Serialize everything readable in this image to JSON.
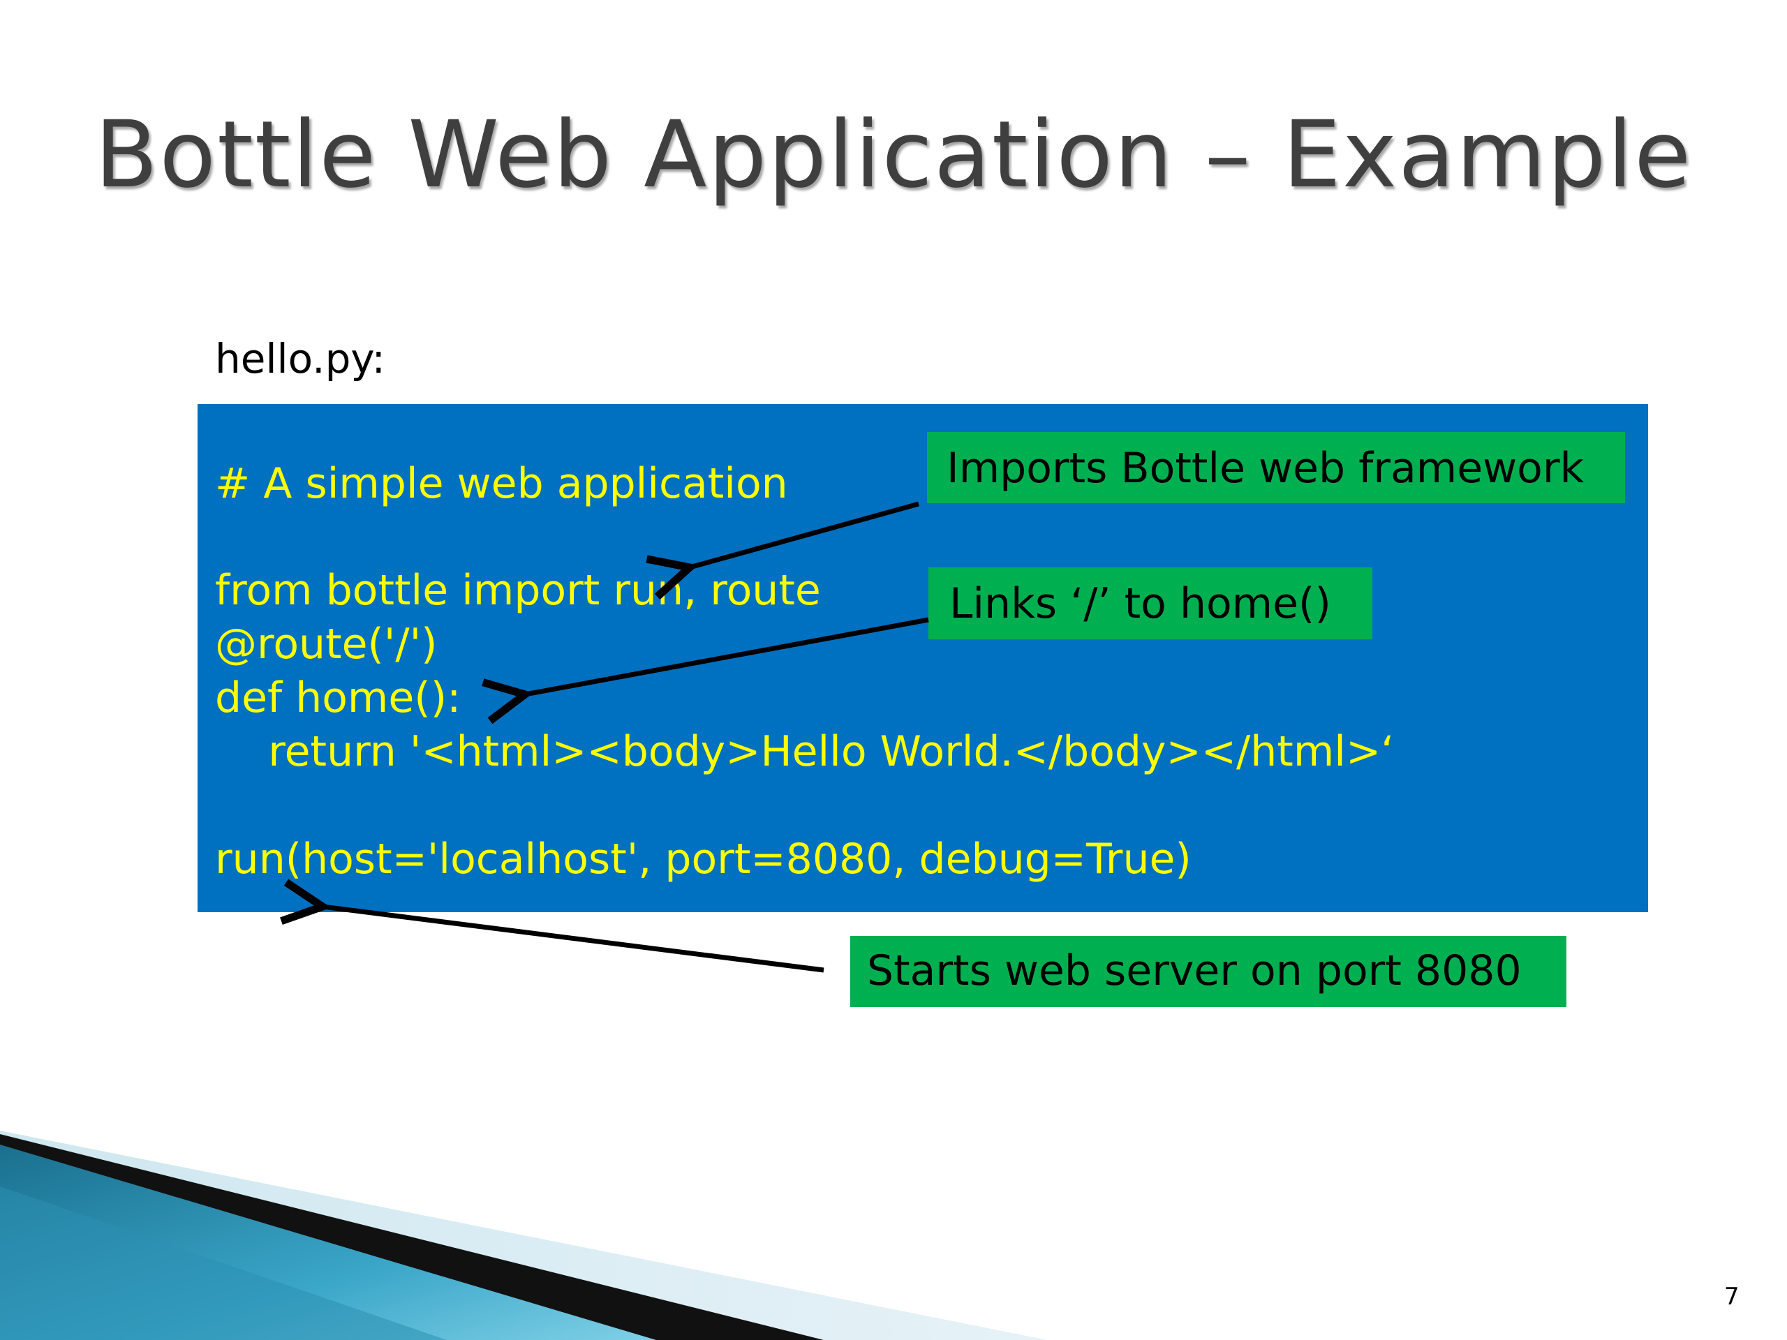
{
  "slide": {
    "title": "Bottle Web Application – Example",
    "filename": "hello.py:",
    "page_number": "7"
  },
  "code": {
    "lines": [
      "# A simple web application",
      "from bottle import run, route",
      "@route('/')",
      "def home():",
      "    return '<html><body>Hello World.</body></html>‘",
      "run(host='localhost', port=8080, debug=True)"
    ]
  },
  "callouts": [
    "Imports Bottle web framework",
    "Links ‘/’ to home()",
    "Starts web server on port 8080"
  ],
  "colors": {
    "code_background": "#0070c0",
    "code_text": "#ffff00",
    "callout_background": "#00b050",
    "title_text": "#3f3f3f",
    "accent_teal": "#1f7f9c"
  }
}
